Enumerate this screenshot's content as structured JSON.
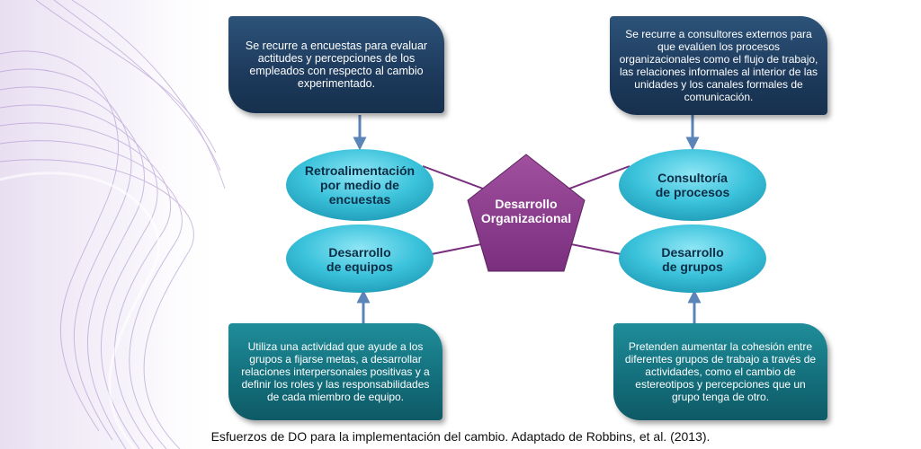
{
  "center": {
    "label_line1": "Desarrollo",
    "label_line2": "Organizacional"
  },
  "nodes": {
    "survey_feedback": {
      "line1": "Retroalimentación",
      "line2": "por medio de",
      "line3": "encuestas"
    },
    "process_consulting": {
      "line1": "Consultoría",
      "line2": "de procesos"
    },
    "team_building": {
      "line1": "Desarrollo",
      "line2": "de equipos"
    },
    "intergroup_development": {
      "line1": "Desarrollo",
      "line2": "de grupos"
    }
  },
  "boxes": {
    "survey_feedback": {
      "text": "Se recurre a encuestas para evaluar actitudes y percepciones de los empleados con respecto al cambio experimentado."
    },
    "process_consulting": {
      "text": "Se recurre a consultores externos para que evalúen los procesos organizacionales como el flujo de trabajo, las relaciones informales al interior de las unidades y los canales formales de comunicación."
    },
    "team_building": {
      "text": "Utiliza una actividad que ayude a los grupos a fijarse metas, a desarrollar relaciones interpersonales positivas y a definir los roles y las responsabilidades de cada miembro de equipo."
    },
    "intergroup_development": {
      "text": "Pretenden aumentar la cohesión entre diferentes grupos de trabajo a través de actividades, como el cambio de estereotipos y percepciones que un grupo tenga de otro."
    }
  },
  "caption": "Esfuerzos de DO para la implementación del cambio. Adaptado de Robbins, et al. (2013).",
  "colors": {
    "navy": "#1d3a5c",
    "teal": "#136d7a",
    "ellipse": "#3cc3dc",
    "pentagon": "#8c3f8f",
    "connector": "#7a2f7e",
    "arrow": "#5b84b8"
  }
}
